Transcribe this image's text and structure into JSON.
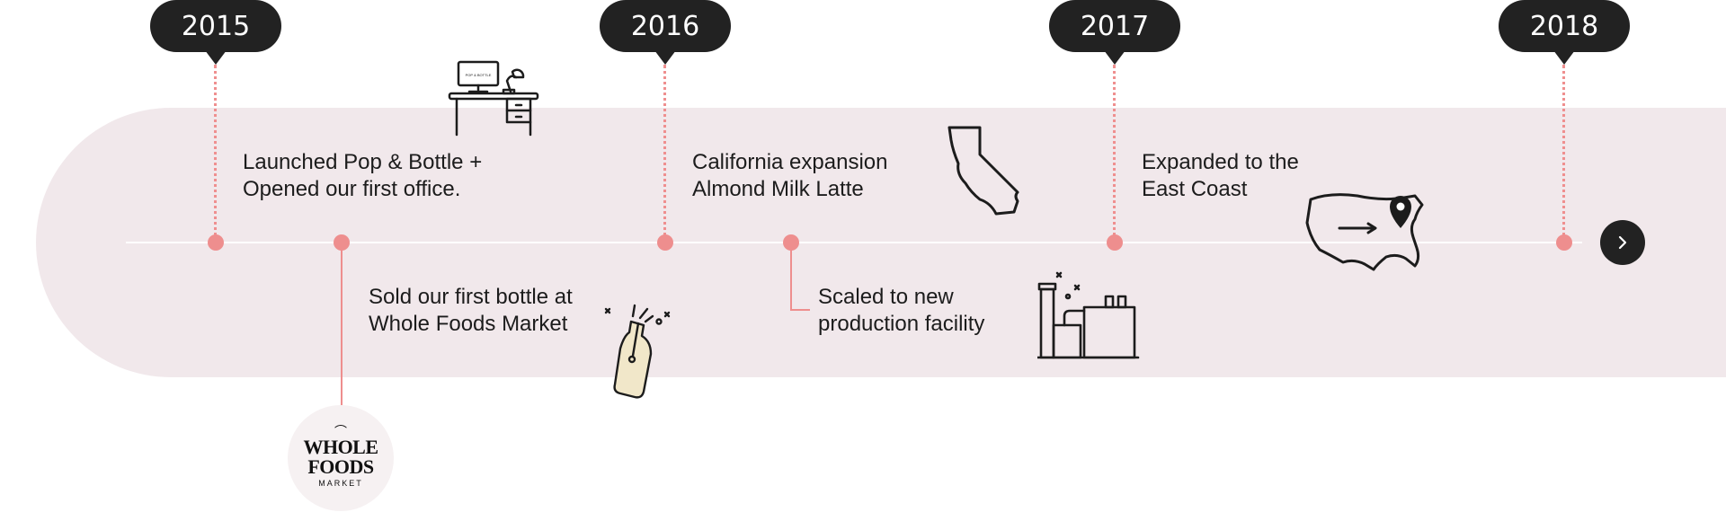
{
  "years": [
    "2015",
    "2016",
    "2017",
    "2018"
  ],
  "events": {
    "launch": {
      "line1": "Launched Pop & Bottle +",
      "line2": "Opened our first office."
    },
    "first_bottle": {
      "line1": "Sold our first bottle at",
      "line2": "Whole Foods Market"
    },
    "california": {
      "line1": "California expansion",
      "line2": "Almond Milk Latte"
    },
    "scaled": {
      "line1": "Scaled to new",
      "line2": "production facility"
    },
    "east_coast": {
      "line1": "Expanded to the",
      "line2": "East Coast"
    }
  },
  "logos": {
    "desk_screen_text": "POP & BOTTLE",
    "whole_foods": {
      "line1": "WHOLE",
      "line2": "FOODS",
      "line3": "MARKET"
    }
  },
  "icons": {
    "desk": "desk-icon",
    "bottle": "bottle-icon",
    "california": "california-map-icon",
    "factory": "factory-icon",
    "usa": "usa-map-icon",
    "next": "chevron-right-icon"
  },
  "colors": {
    "band": "#f1e8eb",
    "accent": "#ee8e8e",
    "dark": "#222222"
  }
}
